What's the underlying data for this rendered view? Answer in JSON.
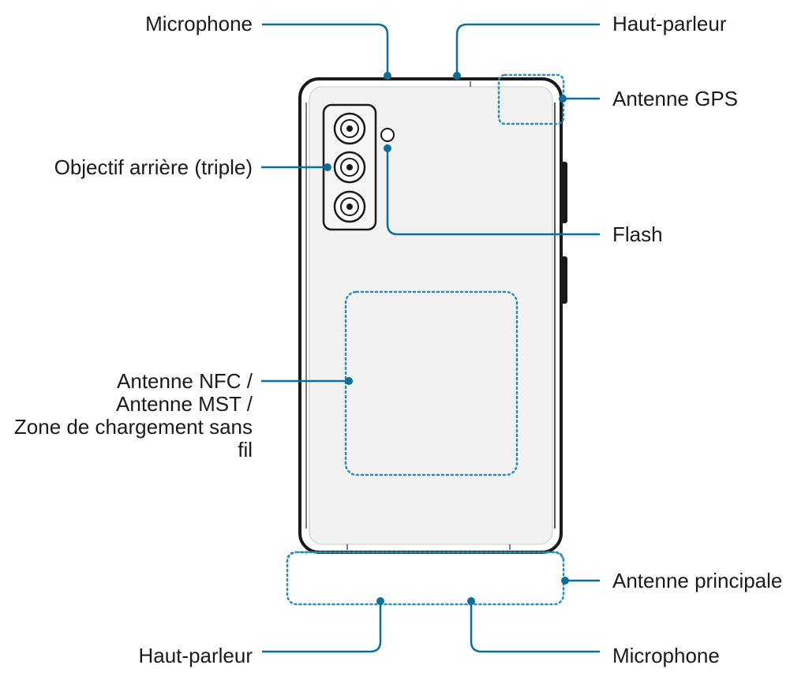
{
  "labels": {
    "microphone_top": "Microphone",
    "speaker_top": "Haut-parleur",
    "gps_antenna": "Antenne GPS",
    "rear_camera": "Objectif arrière (triple)",
    "flash": "Flash",
    "nfc_line1": "Antenne NFC /",
    "nfc_line2": "Antenne MST /",
    "nfc_line3": "Zone de chargement sans",
    "nfc_line4": "fil",
    "main_antenna": "Antenne principale",
    "speaker_bottom": "Haut-parleur",
    "microphone_bottom": "Microphone"
  },
  "colors": {
    "callout": "#0a6f9c",
    "dotted": "#2a8db5",
    "device_outline": "#1a1a1a",
    "device_back": "#f2f2f2",
    "text": "#1a1a1a"
  }
}
